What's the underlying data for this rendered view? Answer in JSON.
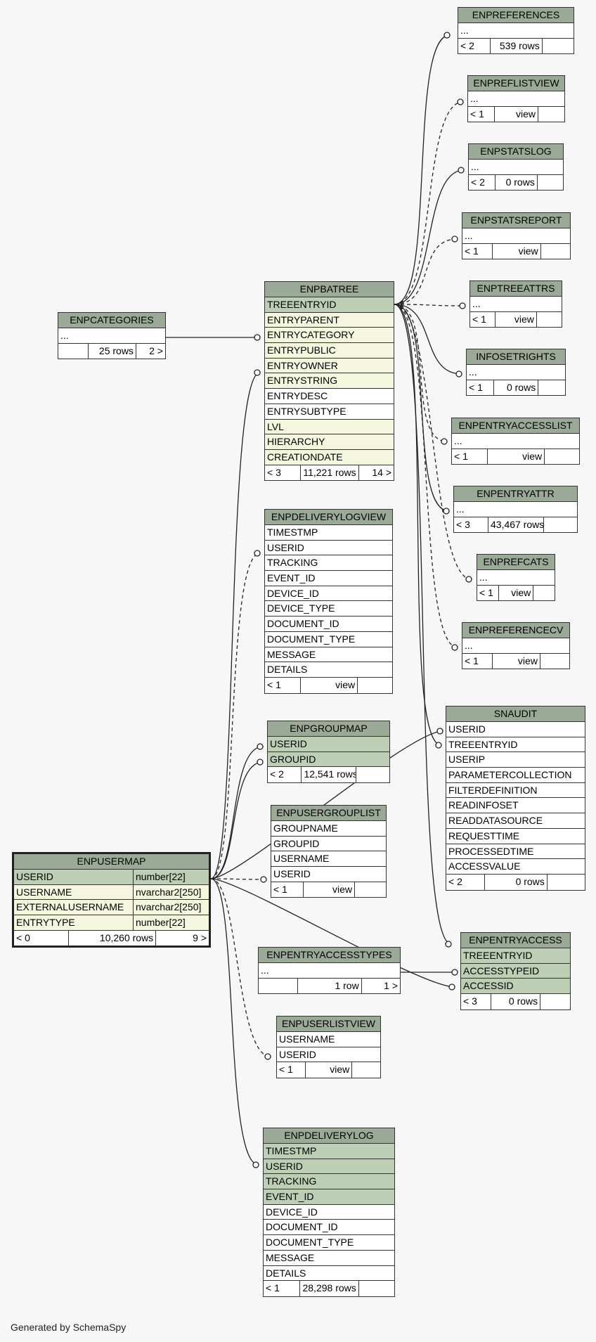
{
  "footer": "Generated by SchemaSpy",
  "tables": {
    "enppreferences": {
      "name": "ENPREFERENCES",
      "rows": [
        "..."
      ],
      "foot": [
        "< 2",
        "539 rows",
        ""
      ]
    },
    "enpreflistview": {
      "name": "ENPREFLISTVIEW",
      "rows": [
        "..."
      ],
      "foot": [
        "< 1",
        "view",
        ""
      ]
    },
    "enpstatslog": {
      "name": "ENPSTATSLOG",
      "rows": [
        "..."
      ],
      "foot": [
        "< 2",
        "0 rows",
        ""
      ]
    },
    "enpstatsreport": {
      "name": "ENPSTATSREPORT",
      "rows": [
        "..."
      ],
      "foot": [
        "< 1",
        "view",
        ""
      ]
    },
    "enptreeattrs": {
      "name": "ENPTREEATTRS",
      "rows": [
        "..."
      ],
      "foot": [
        "< 1",
        "view",
        ""
      ]
    },
    "infosetrights": {
      "name": "INFOSETRIGHTS",
      "rows": [
        "..."
      ],
      "foot": [
        "< 1",
        "0 rows",
        ""
      ]
    },
    "enpentryaccesslist": {
      "name": "ENPENTRYACCESSLIST",
      "rows": [
        "..."
      ],
      "foot": [
        "< 1",
        "view",
        ""
      ]
    },
    "enpentryattr": {
      "name": "ENPENTRYATTR",
      "rows": [
        "..."
      ],
      "foot": [
        "< 3",
        "43,467 rows",
        ""
      ]
    },
    "enprefcats": {
      "name": "ENPREFCATS",
      "rows": [
        "..."
      ],
      "foot": [
        "< 1",
        "view",
        ""
      ]
    },
    "enpreferencecv": {
      "name": "ENPREFERENCECV",
      "rows": [
        "..."
      ],
      "foot": [
        "< 1",
        "view",
        ""
      ]
    },
    "enpcategories": {
      "name": "ENPCATEGORIES",
      "rows": [
        "..."
      ],
      "foot": [
        "",
        "25 rows",
        "2 >"
      ]
    },
    "enpbatree": {
      "name": "ENPBATREE",
      "rows": [
        "TREEENTRYID",
        "ENTRYPARENT",
        "ENTRYCATEGORY",
        "ENTRYPUBLIC",
        "ENTRYOWNER",
        "ENTRYSTRING",
        "ENTRYDESC",
        "ENTRYSUBTYPE",
        "LVL",
        "HIERARCHY",
        "CREATIONDATE"
      ],
      "foot": [
        "< 3",
        "11,221 rows",
        "14 >"
      ]
    },
    "enpdeliverylogview": {
      "name": "ENPDELIVERYLOGVIEW",
      "rows": [
        "TIMESTMP",
        "USERID",
        "TRACKING",
        "EVENT_ID",
        "DEVICE_ID",
        "DEVICE_TYPE",
        "DOCUMENT_ID",
        "DOCUMENT_TYPE",
        "MESSAGE",
        "DETAILS"
      ],
      "foot": [
        "< 1",
        "view",
        ""
      ]
    },
    "snaudit": {
      "name": "SNAUDIT",
      "rows": [
        "USERID",
        "TREEENTRYID",
        "USERIP",
        "PARAMETERCOLLECTION",
        "FILTERDEFINITION",
        "READINFOSET",
        "READDATASOURCE",
        "REQUESTTIME",
        "PROCESSEDTIME",
        "ACCESSVALUE"
      ],
      "foot": [
        "< 2",
        "0 rows",
        ""
      ]
    },
    "enpgroupmap": {
      "name": "ENPGROUPMAP",
      "rows": [
        "USERID",
        "GROUPID"
      ],
      "foot": [
        "< 2",
        "12,541 rows",
        ""
      ]
    },
    "enpusergrouplist": {
      "name": "ENPUSERGROUPLIST",
      "rows": [
        "GROUPNAME",
        "GROUPID",
        "USERNAME",
        "USERID"
      ],
      "foot": [
        "< 1",
        "view",
        ""
      ]
    },
    "enpusermap": {
      "name": "ENPUSERMAP",
      "rows": [
        "USERID",
        "USERNAME",
        "EXTERNALUSERNAME",
        "ENTRYTYPE"
      ],
      "types": [
        "number[22]",
        "nvarchar2[250]",
        "nvarchar2[250]",
        "number[22]"
      ],
      "foot": [
        "< 0",
        "10,260 rows",
        "9 >"
      ]
    },
    "enpentryaccesstypes": {
      "name": "ENPENTRYACCESSTYPES",
      "rows": [
        "..."
      ],
      "foot": [
        "",
        "1 row",
        "1 >"
      ]
    },
    "enpentryaccess": {
      "name": "ENPENTRYACCESS",
      "rows": [
        "TREEENTRYID",
        "ACCESSTYPEID",
        "ACCESSID"
      ],
      "foot": [
        "< 3",
        "0 rows",
        ""
      ]
    },
    "enpuserlistview": {
      "name": "ENPUSERLISTVIEW",
      "rows": [
        "USERNAME",
        "USERID"
      ],
      "foot": [
        "< 1",
        "view",
        ""
      ]
    },
    "enpdeliverylog": {
      "name": "ENPDELIVERYLOG",
      "rows": [
        "TIMESTMP",
        "USERID",
        "TRACKING",
        "EVENT_ID",
        "DEVICE_ID",
        "DOCUMENT_ID",
        "DOCUMENT_TYPE",
        "MESSAGE",
        "DETAILS"
      ],
      "foot": [
        "< 1",
        "28,298 rows",
        ""
      ]
    }
  }
}
